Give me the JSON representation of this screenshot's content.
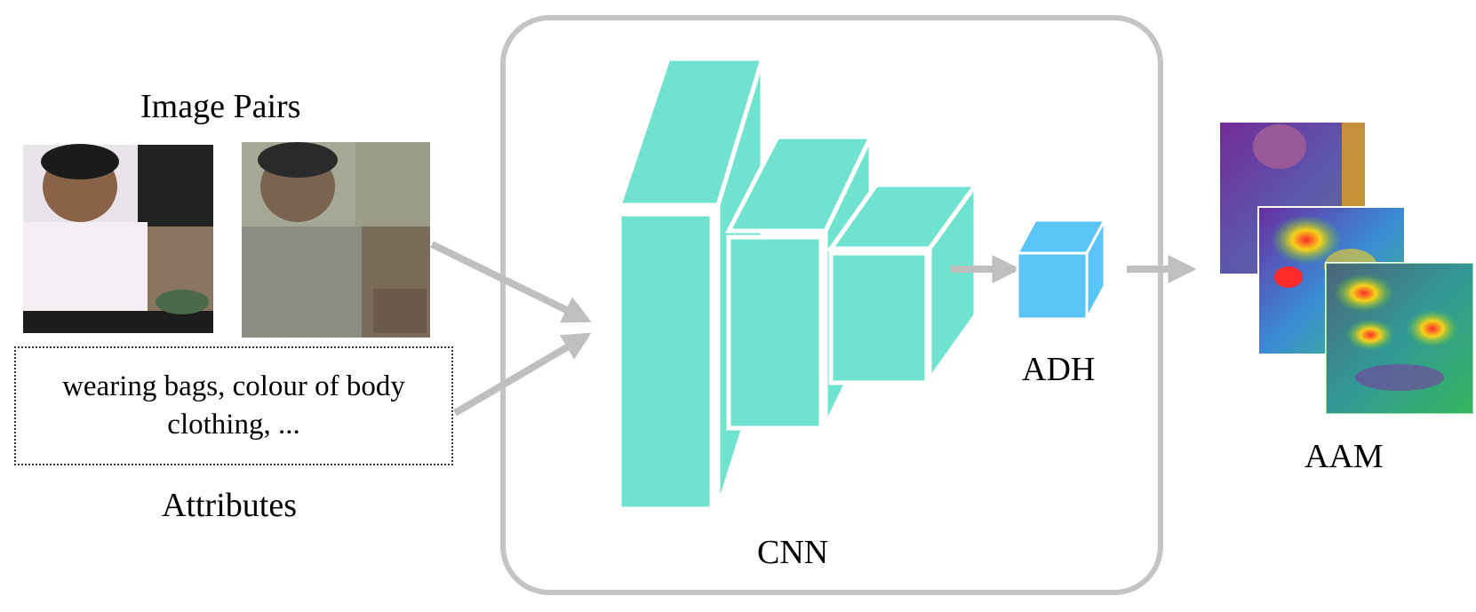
{
  "labels": {
    "image_pairs": "Image Pairs",
    "attributes": "Attributes",
    "attribute_text": "wearing bags, colour of body clothing, ...",
    "cnn": "CNN",
    "adh": "ADH",
    "aam": "AAM"
  },
  "colors": {
    "cnn_block": "#6fe3cf",
    "adh_cube": "#5bc4f6",
    "arrow": "#bfbfbf",
    "frame": "#bfbfbf"
  },
  "icons": [
    "person-photo",
    "attention-heatmap",
    "arrow-right"
  ]
}
